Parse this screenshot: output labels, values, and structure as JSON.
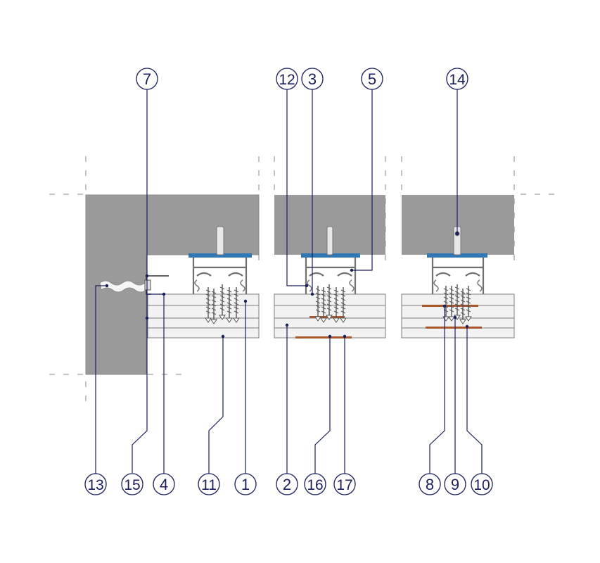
{
  "colors": {
    "concrete": "#9a9a9a",
    "concrete_edge": "#8a8a8a",
    "board": "#f2f2f2",
    "board_line": "#7d7d7d",
    "callout": "#1a1f5c",
    "dash": "#808080",
    "hanger_plate": "#2f78b4",
    "profile": "#707070",
    "tape": "#a8582a"
  },
  "callouts": {
    "top": [
      "7",
      "12",
      "3",
      "5",
      "14"
    ],
    "bottom": [
      "13",
      "15",
      "4",
      "11",
      "1",
      "2",
      "16",
      "17",
      "8",
      "9",
      "10"
    ]
  }
}
